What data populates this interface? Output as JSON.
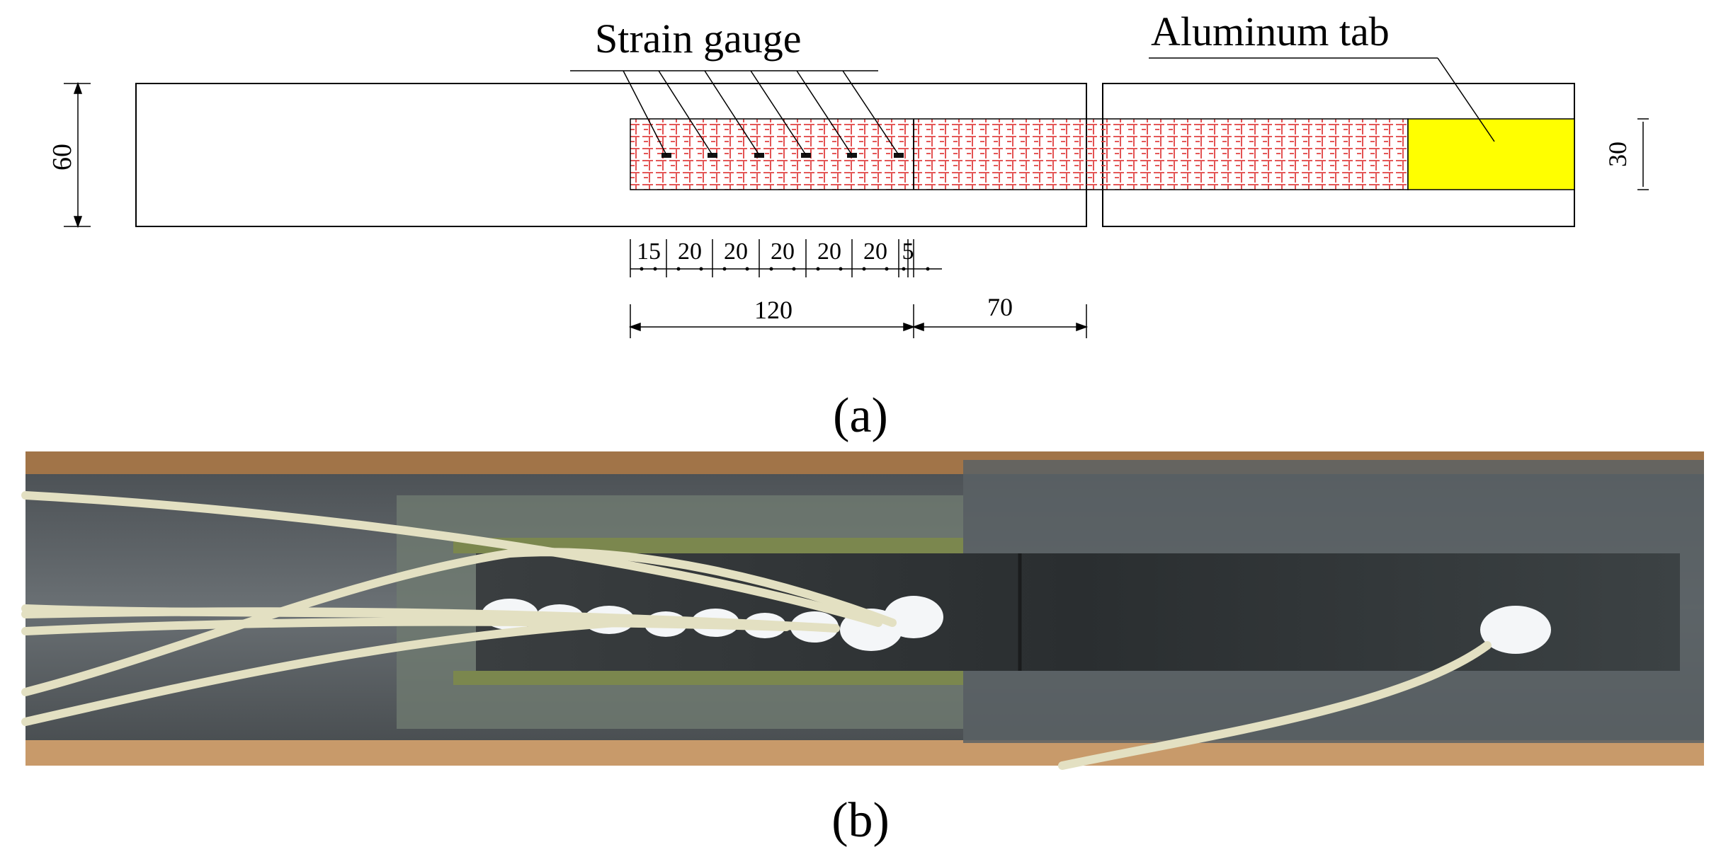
{
  "labels": {
    "strain_gauge": "Strain gauge",
    "aluminum_tab": "Aluminum tab",
    "width_outer": "60",
    "width_inner": "30",
    "gauge_spacing": [
      "15",
      "20",
      "20",
      "20",
      "20",
      "20",
      "5"
    ],
    "overlap_length": "120",
    "gap_length": "70"
  },
  "captions": {
    "a": "(a)",
    "b": "(b)"
  },
  "colors": {
    "aluminum_tab": "#ffff00",
    "cfrp_grid": "#e04040",
    "outline": "#000000"
  }
}
